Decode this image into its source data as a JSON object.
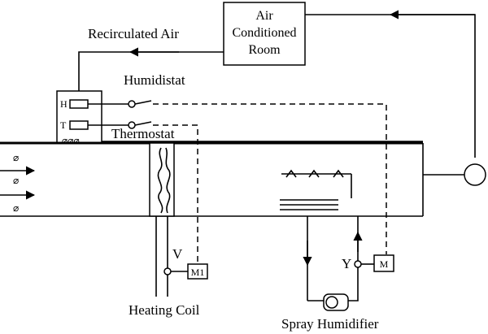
{
  "diagram": {
    "room_label_lines": [
      "Air",
      "Conditioned",
      "Room"
    ],
    "recirculated_air": "Recirculated Air",
    "humidistat": "Humidistat",
    "thermostat": "Thermostat",
    "heating_coil": "Heating Coil",
    "spray_humidifier": "Spray Humidifier",
    "sensor_h": "H",
    "sensor_t": "T",
    "valve_v": "V",
    "valve_y": "Y",
    "motor_m1": "M1",
    "motor_m": "M",
    "damper_symbol": "⌀",
    "dampers_row": "⌀⌀⌀"
  }
}
